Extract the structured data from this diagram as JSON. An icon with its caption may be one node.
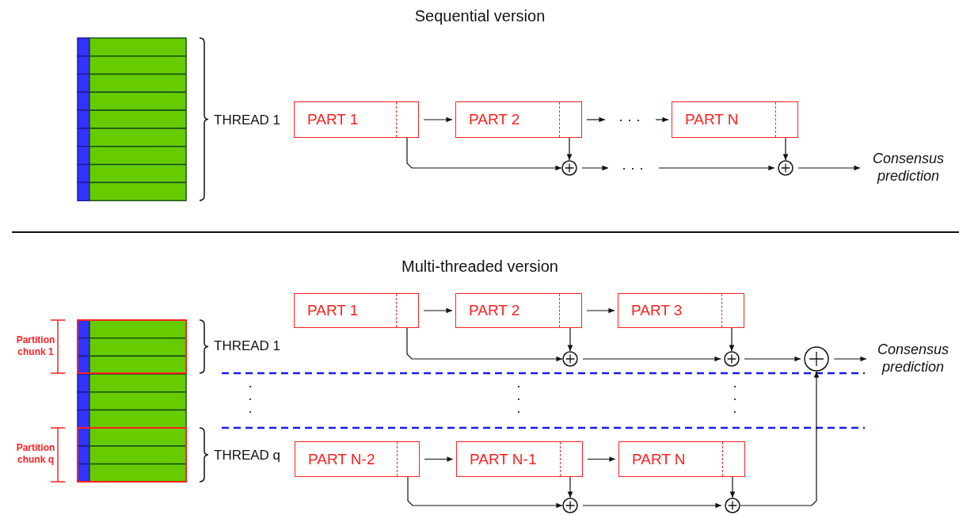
{
  "diagram": {
    "nodes": [
      {
        "text": [
          "PART 1"
        ]
      },
      {
        "text": [
          "PART 2"
        ]
      },
      {
        "text": [
          "· · ·"
        ]
      },
      {
        "text": [
          "PART N"
        ]
      },
      {
        "text": [],
        "shape": "circle"
      },
      {
        "text": [
          "· · ·"
        ]
      },
      {
        "text": [],
        "shape": "circle"
      },
      {
        "text": [
          "Consensus prediction"
        ]
      },
      {
        "text": [
          "PART 1"
        ]
      },
      {
        "text": [
          "PART 2"
        ]
      },
      {
        "text": [
          "PART 3"
        ]
      },
      {
        "text": [],
        "shape": "circle"
      },
      {
        "text": [],
        "shape": "circle"
      },
      {
        "text": [],
        "shape": "circle"
      },
      {
        "text": [
          "Consensus prediction"
        ]
      },
      {
        "text": [
          "PART N-2"
        ]
      },
      {
        "text": [
          "PART N-1"
        ]
      },
      {
        "text": [
          "PART N"
        ]
      },
      {
        "text": [],
        "shape": "circle"
      },
      {
        "text": [],
        "shape": "circle"
      }
    ],
    "edges": [
      {
        "from": 0,
        "to": 1,
        "arrow": "to"
      },
      {
        "from": 1,
        "to": 2,
        "arrow": "to"
      },
      {
        "from": 2,
        "to": 3,
        "arrow": "to"
      },
      {
        "from": 0,
        "to": 4,
        "arrow": "to"
      },
      {
        "from": 1,
        "to": 4,
        "arrow": "to"
      },
      {
        "from": 4,
        "to": 5,
        "arrow": "to"
      },
      {
        "from": 5,
        "to": 6,
        "arrow": "to"
      },
      {
        "from": 3,
        "to": 6,
        "arrow": "to"
      },
      {
        "from": 6,
        "to": 7,
        "arrow": "to"
      },
      {
        "from": 8,
        "to": 9,
        "arrow": "to"
      },
      {
        "from": 9,
        "to": 10,
        "arrow": "to"
      },
      {
        "from": 8,
        "to": 11,
        "arrow": "to"
      },
      {
        "from": 9,
        "to": 11,
        "arrow": "to"
      },
      {
        "from": 11,
        "to": 12,
        "arrow": "to"
      },
      {
        "from": 10,
        "to": 12,
        "arrow": "to"
      },
      {
        "from": 12,
        "to": 13,
        "arrow": "to"
      },
      {
        "from": 13,
        "to": 14,
        "arrow": "to"
      },
      {
        "from": 15,
        "to": 16,
        "arrow": "to"
      },
      {
        "from": 16,
        "to": 17,
        "arrow": "to"
      },
      {
        "from": 15,
        "to": 18,
        "arrow": "to"
      },
      {
        "from": 16,
        "to": 18,
        "arrow": "to"
      },
      {
        "from": 18,
        "to": 19,
        "arrow": "to"
      },
      {
        "from": 17,
        "to": 19,
        "arrow": "to"
      },
      {
        "from": 19,
        "to": 13,
        "arrow": "to"
      }
    ],
    "labels": [
      "Sequential version",
      "THREAD 1",
      "Multi-threaded version",
      "Partition chunk 1",
      "THREAD 1",
      "· · ·",
      "· · ·",
      "· · ·",
      "Partition chunk q",
      "THREAD q"
    ]
  }
}
